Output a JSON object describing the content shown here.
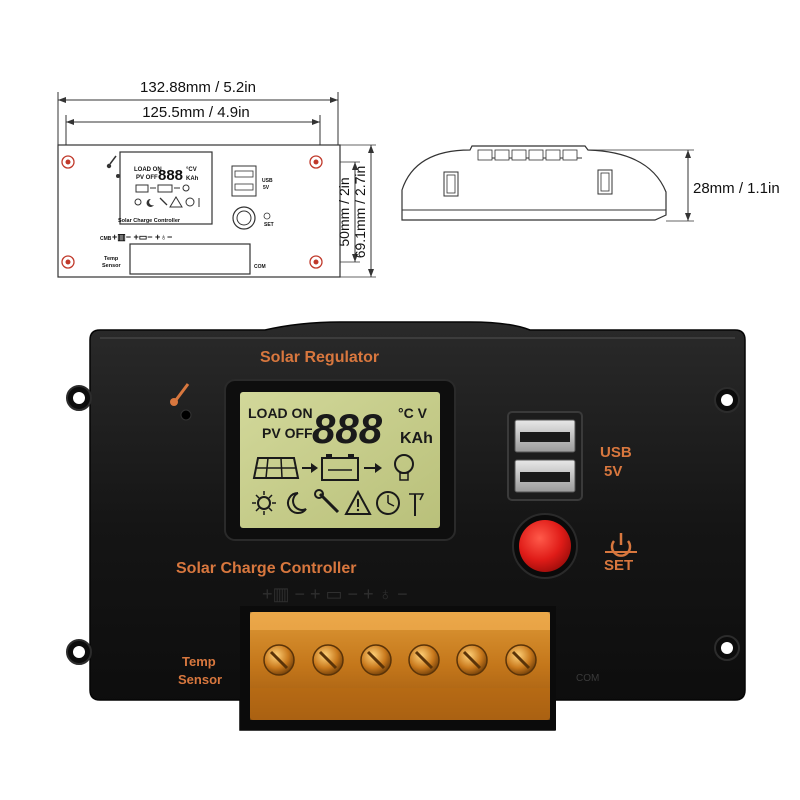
{
  "diagram": {
    "width_total": "132.88mm / 5.2in",
    "width_holes": "125.5mm / 4.9in",
    "height_holes": "50mm / 2in",
    "height_total": "69.1mm / 2.7in",
    "depth": "28mm / 1.1in",
    "mini_lcd_line1": "LOAD ON",
    "mini_lcd_line2": "PV OFF",
    "mini_lcd_digits": "888",
    "mini_lcd_units1": "°CV",
    "mini_lcd_units2": "KAh",
    "mini_usb_label": "USB",
    "mini_usb_voltage": "5V",
    "mini_set_label": "SET",
    "mini_title": "Solar Charge Controller",
    "mini_cmb": "CMB",
    "mini_temp": "Temp",
    "mini_sensor": "Sensor",
    "mini_com": "COM"
  },
  "device": {
    "top_label": "Solar Regulator",
    "lcd_line1": "LOAD ON",
    "lcd_line2": "PV OFF",
    "lcd_digits": "888",
    "lcd_units1": "°C V",
    "lcd_units2": "KAh",
    "usb_label": "USB",
    "usb_voltage": "5V",
    "set_label": "SET",
    "controller_label": "Solar Charge Controller",
    "temp_label": "Temp",
    "sensor_label": "Sensor",
    "com_label": "COM"
  },
  "colors": {
    "body": "#161616",
    "label_orange": "#d8773e",
    "lcd_bg": "#c9d08f",
    "button_red": "#e5201e",
    "terminal_amber": "#d98a1f"
  }
}
